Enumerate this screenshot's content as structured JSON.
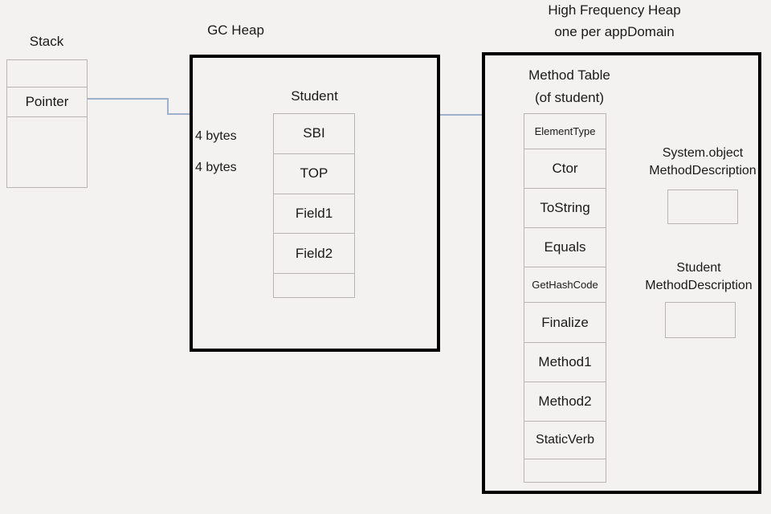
{
  "diagram": {
    "background_color": "#f4f2f0",
    "frame_color": "#000000",
    "table_border_color": "#b9b6b2",
    "wire_color": "#8a9bbd",
    "arrow_color": "#6e82ad"
  },
  "stack": {
    "title": "Stack",
    "cells": [
      "",
      "Pointer",
      ""
    ]
  },
  "gc_heap": {
    "title": "GC Heap",
    "object_title": "Student",
    "cells": [
      "SBI",
      "TOP",
      "Field1",
      "Field2",
      ""
    ],
    "annotations": [
      {
        "text": "4 bytes",
        "target_cell": "SBI"
      },
      {
        "text": "4 bytes",
        "target_cell": "TOP"
      }
    ]
  },
  "high_frequency_heap": {
    "title_line1": "High Frequency Heap",
    "title_line2": "one per appDomain",
    "method_table": {
      "title_line1": "Method Table",
      "title_line2": "(of student)",
      "cells": [
        "ElementType",
        "Ctor",
        "ToString",
        "Equals",
        "GetHashCode",
        "Finalize",
        "Method1",
        "Method2",
        "StaticVerb",
        ""
      ]
    },
    "method_descriptions": [
      {
        "title_line1": "System.object",
        "title_line2": "MethodDescription",
        "source_cell": "ToString",
        "value": ""
      },
      {
        "title_line1": "Student",
        "title_line2": "MethodDescription",
        "source_cell": "Method1",
        "value": ""
      }
    ]
  }
}
